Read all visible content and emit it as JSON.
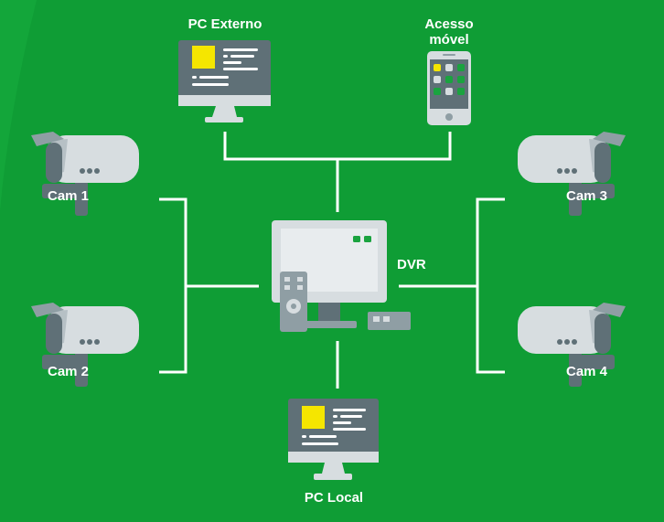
{
  "labels": {
    "pc_externo": "PC Externo",
    "acesso_line1": "Acesso",
    "acesso_line2": "móvel",
    "cam1": "Cam 1",
    "cam2": "Cam 2",
    "cam3": "Cam 3",
    "cam4": "Cam 4",
    "dvr": "DVR",
    "pc_local": "PC Local"
  },
  "icons": [
    "external-pc-monitor-icon",
    "mobile-phone-icon",
    "cctv-camera-icon",
    "dvr-monitor-icon",
    "remote-control-icon",
    "dvr-box-icon",
    "local-pc-monitor-icon"
  ],
  "colors": {
    "background": "#0f9d35",
    "connector": "#ffffff",
    "device_dark": "#5f7077",
    "device_light": "#d7dde0",
    "screen_accent": "#f5e600",
    "led_green": "#1aa33f"
  }
}
